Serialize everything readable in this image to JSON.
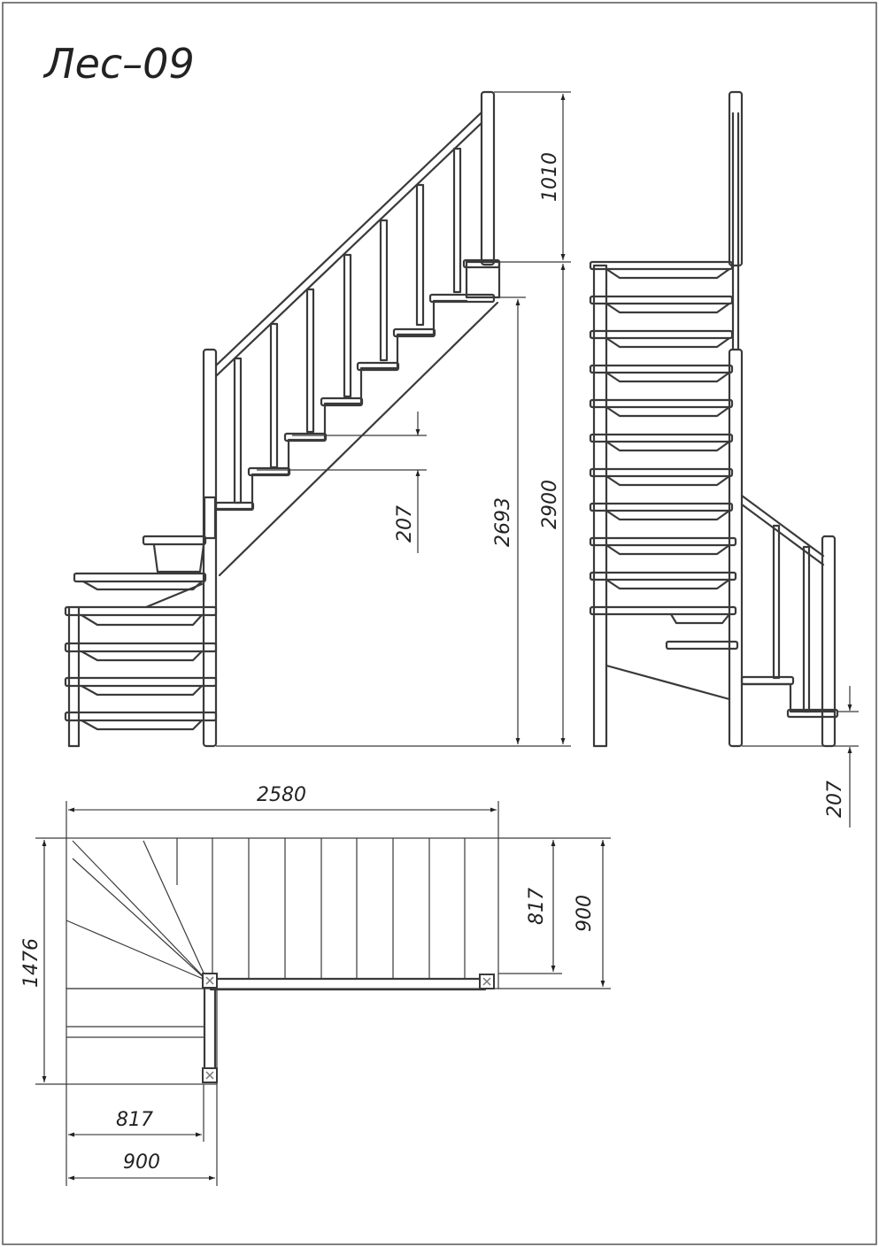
{
  "title": "Лес–09",
  "dimensions": {
    "handrail_height": "1010",
    "stair_height": "2900",
    "flight_height": "2693",
    "riser_height": "207",
    "riser_height_side": "207",
    "plan_length": "2580",
    "plan_width": "1476",
    "flight_width_inner": "817",
    "flight_width_outer": "900",
    "landing_width_inner": "817",
    "landing_width_outer": "900"
  }
}
